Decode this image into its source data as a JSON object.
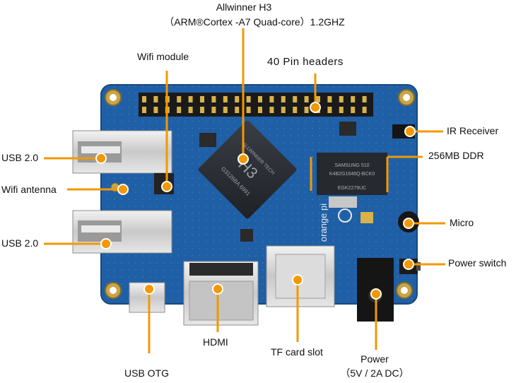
{
  "labels": {
    "cpu_line1": "Allwinner H3",
    "cpu_line2": "（ARM®Cortex  -A7 Quad-core）1.2GHZ",
    "wifi_module": "Wifi module",
    "pin_headers": "40 Pin headers",
    "ir_receiver": "IR Receiver",
    "ddr": "256MB DDR",
    "usb_top": "USB 2.0",
    "wifi_antenna": "Wifi antenna",
    "usb_bottom": "USB 2.0",
    "micro": "Micro",
    "power_switch": "Power switch",
    "hdmi": "HDMI",
    "tf_card": "TF card slot",
    "power_line1": "Power",
    "power_line2": "（5V / 2A DC）",
    "usb_otg": "USB OTG"
  },
  "board_text": {
    "chip_brand": "ALLWINNER TECH",
    "chip_model": "H3",
    "chip_code": "G3126BA 6991",
    "ram_line1": "SAMSUNG     510",
    "ram_line2": "K4B2G1646Q-BCK0",
    "ram_line3": "EGK2279UC",
    "logo_text": "orange pi"
  },
  "colors": {
    "board": "#1f5fa6",
    "board_dark": "#17497f",
    "leader": "#f39800",
    "chip": "#2a2d33"
  }
}
